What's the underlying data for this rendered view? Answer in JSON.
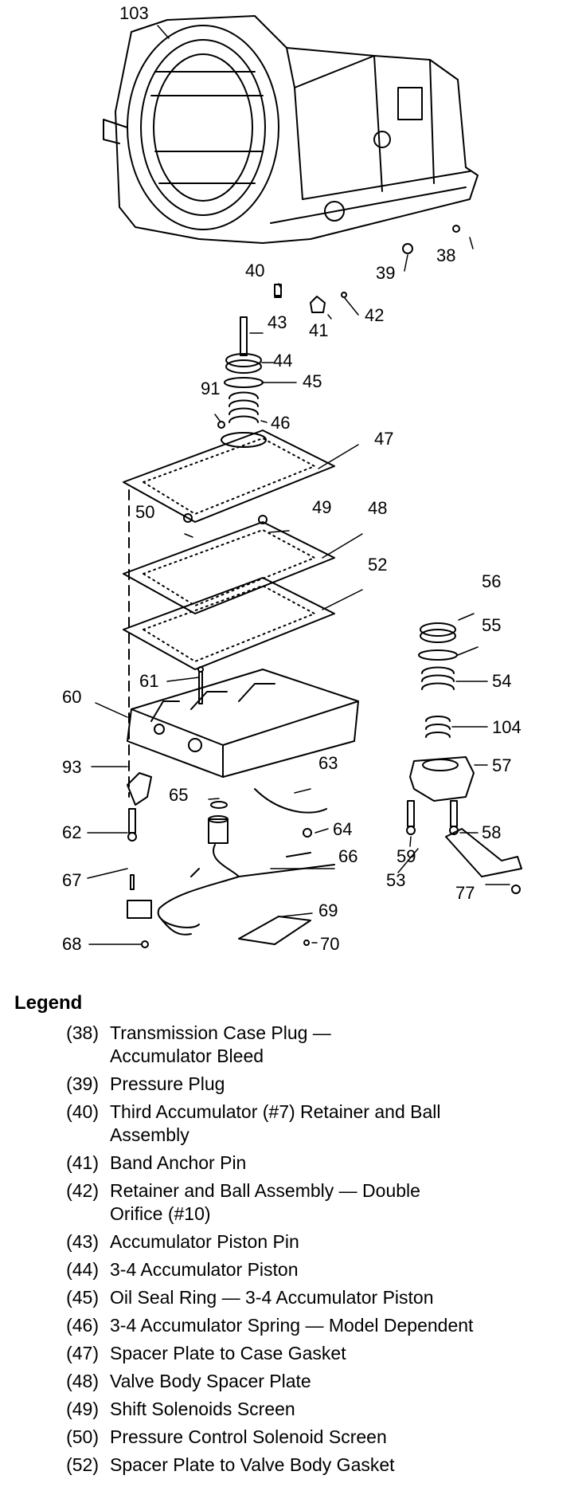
{
  "callouts": {
    "c103": "103",
    "c40": "40",
    "c39": "39",
    "c38": "38",
    "c41": "41",
    "c42": "42",
    "c43": "43",
    "c44": "44",
    "c45": "45",
    "c91": "91",
    "c46": "46",
    "c47": "47",
    "c50": "50",
    "c49": "49",
    "c48": "48",
    "c52": "52",
    "c56": "56",
    "c55": "55",
    "c54": "54",
    "c104": "104",
    "c61": "61",
    "c60": "60",
    "c93": "93",
    "c57": "57",
    "c63": "63",
    "c65": "65",
    "c64": "64",
    "c62": "62",
    "c59": "59",
    "c58": "58",
    "c66": "66",
    "c67": "67",
    "c53": "53",
    "c77": "77",
    "c69": "69",
    "c68": "68",
    "c70": "70"
  },
  "legend": {
    "title": "Legend",
    "items": [
      {
        "num": "(38)",
        "desc": "Transmission Case Plug —\nAccumulator Bleed"
      },
      {
        "num": "(39)",
        "desc": "Pressure Plug"
      },
      {
        "num": "(40)",
        "desc": "Third Accumulator (#7) Retainer and Ball\nAssembly"
      },
      {
        "num": "(41)",
        "desc": "Band Anchor Pin"
      },
      {
        "num": "(42)",
        "desc": "Retainer and Ball Assembly — Double\nOrifice (#10)"
      },
      {
        "num": "(43)",
        "desc": "Accumulator Piston Pin"
      },
      {
        "num": "(44)",
        "desc": "3-4 Accumulator Piston"
      },
      {
        "num": "(45)",
        "desc": "Oil Seal Ring — 3-4 Accumulator Piston"
      },
      {
        "num": "(46)",
        "desc": "3-4 Accumulator Spring — Model Dependent"
      },
      {
        "num": "(47)",
        "desc": "Spacer Plate to Case Gasket"
      },
      {
        "num": "(48)",
        "desc": "Valve Body Spacer Plate"
      },
      {
        "num": "(49)",
        "desc": "Shift Solenoids Screen"
      },
      {
        "num": "(50)",
        "desc": "Pressure Control Solenoid Screen"
      },
      {
        "num": "(52)",
        "desc": "Spacer Plate to Valve Body Gasket"
      }
    ]
  }
}
